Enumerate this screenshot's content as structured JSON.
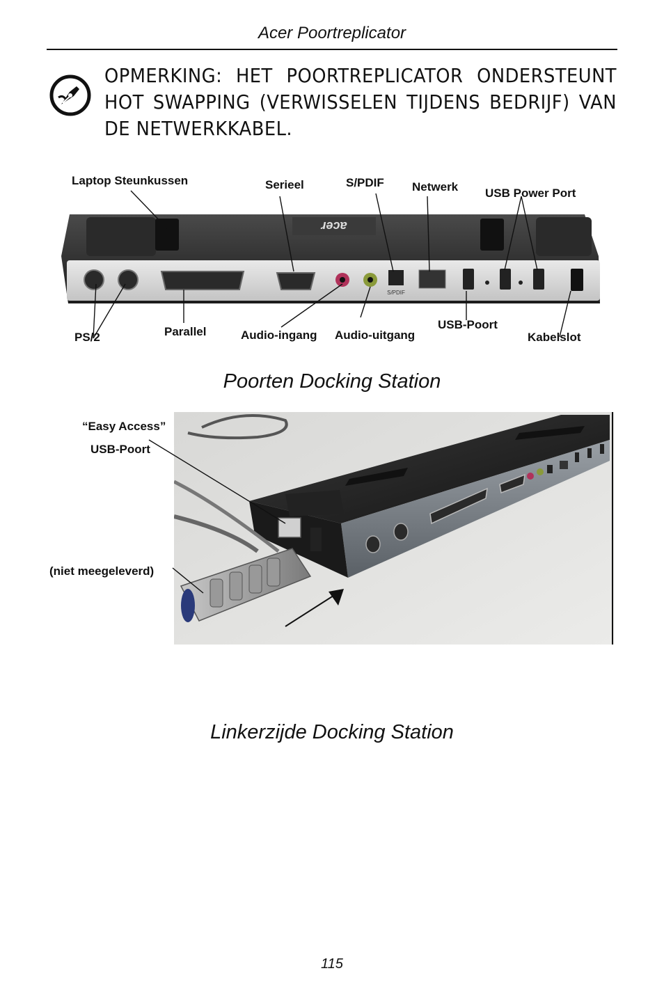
{
  "header": {
    "title": "Acer Poortreplicator"
  },
  "note": {
    "text": "OPMERKING: HET POORTREPLICATOR ONDERSTEUNT HOT SWAPPING (VERWISSELEN TIJDENS BEDRIJF) VAN DE NETWERKKABEL.",
    "icon": "note-pen-icon"
  },
  "figure1": {
    "labels": {
      "laptop_pad": "Laptop Steunkussen",
      "serial": "Serieel",
      "spdif": "S/PDIF",
      "network": "Netwerk",
      "usb_power": "USB Power Port",
      "ps2": "PS/2",
      "parallel": "Parallel",
      "audio_in": "Audio-ingang",
      "audio_out": "Audio-uitgang",
      "usb_port": "USB-Poort",
      "cable_slot": "Kabelslot"
    },
    "device_logo": "acer",
    "port_spdif_text": "S/PDIF",
    "caption": "Poorten Docking Station"
  },
  "figure2": {
    "labels": {
      "easy_access": "“Easy Access”",
      "usb_port": "USB-Poort",
      "not_included": "(niet meegeleverd)"
    },
    "caption": "Linkerzijde Docking Station"
  },
  "page": {
    "number": "115"
  }
}
